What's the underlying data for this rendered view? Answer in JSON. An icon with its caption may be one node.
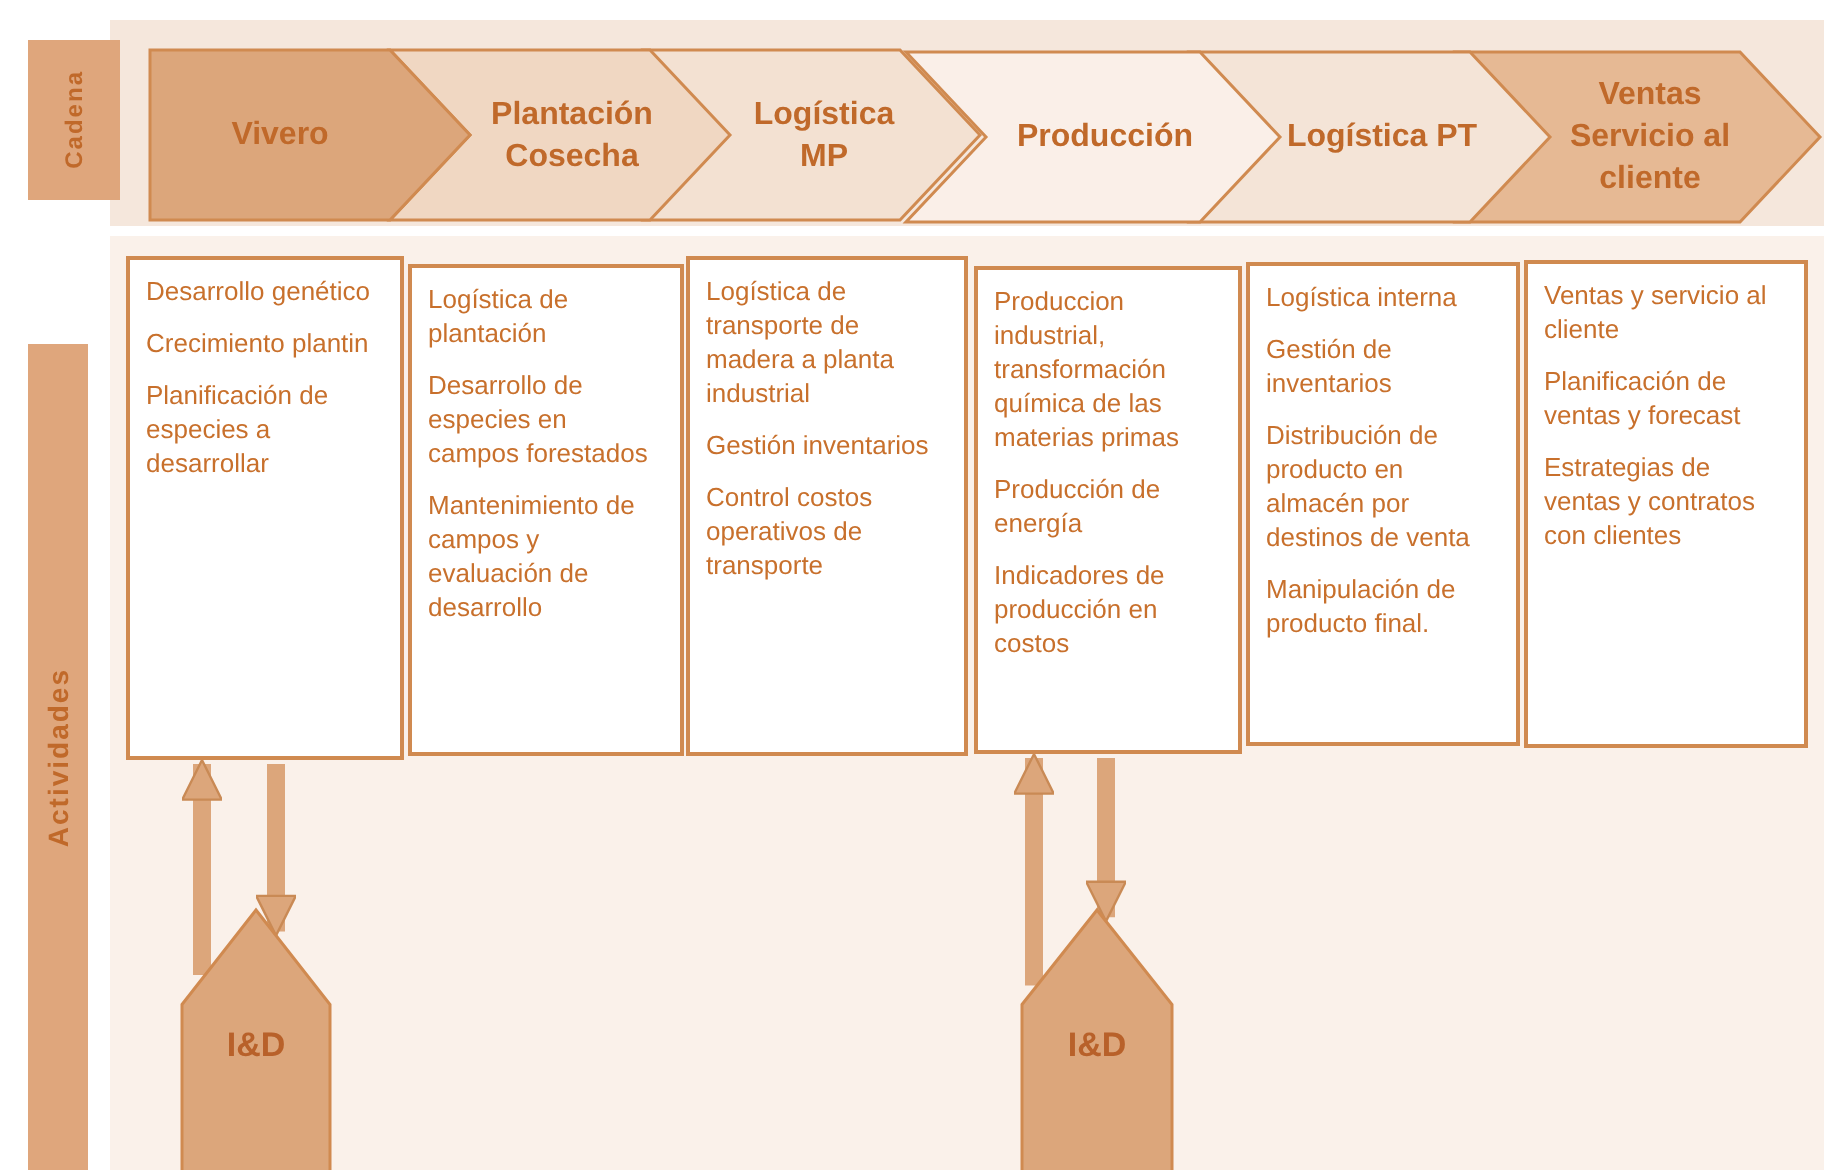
{
  "diagram": {
    "nodes": [
      {
        "text": [
          "Cadena"
        ]
      },
      {
        "text": [
          "Actividades"
        ]
      },
      {
        "text": [
          "Vivero"
        ]
      },
      {
        "text": [
          "Plantación Cosecha"
        ]
      },
      {
        "text": [
          "Logística MP"
        ]
      },
      {
        "text": [
          "Producción"
        ]
      },
      {
        "text": [
          "Logística PT"
        ]
      },
      {
        "text": [
          "Ventas Servicio al cliente"
        ]
      },
      {
        "text": [
          "Desarrollo genético",
          "Crecimiento plantin",
          "Planificación de especies a desarrollar"
        ]
      },
      {
        "text": [
          "Logística de plantación",
          "Desarrollo de especies en campos forestados",
          "Mantenimiento de campos y evaluación de desarrollo"
        ]
      },
      {
        "text": [
          "Logística de transporte de madera a planta industrial",
          "Gestión inventarios",
          "Control costos operativos de transporte"
        ]
      },
      {
        "text": [
          "Produccion industrial, transformación química de las materias primas",
          "Producción de energía",
          "Indicadores de producción en costos"
        ]
      },
      {
        "text": [
          "Logística interna",
          "Gestión de inventarios",
          "Distribución de producto en almacén por destinos de venta",
          "Manipulación de producto final."
        ]
      },
      {
        "text": [
          "Ventas y servicio al cliente",
          "Planificación de ventas y forecast",
          "Estrategias de ventas y contratos con clientes"
        ]
      },
      {
        "text": [
          "I&D"
        ]
      },
      {
        "text": [
          "I&D"
        ]
      }
    ],
    "edges": [
      {
        "from": 14,
        "to": 8,
        "arrow": "to"
      },
      {
        "from": 8,
        "to": 14,
        "arrow": "to"
      },
      {
        "from": 15,
        "to": 11,
        "arrow": "to"
      },
      {
        "from": 11,
        "to": 15,
        "arrow": "to"
      }
    ]
  }
}
